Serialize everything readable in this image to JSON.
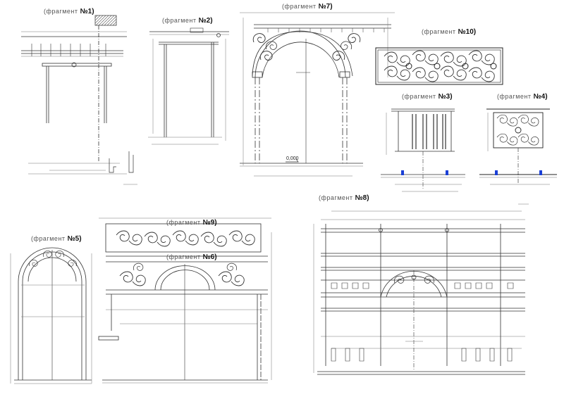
{
  "drawing": {
    "fragments": [
      {
        "id": "f1",
        "word": "(фрагмент",
        "num": "№1)"
      },
      {
        "id": "f2",
        "word": "(фрагмент",
        "num": "№2)"
      },
      {
        "id": "f7",
        "word": "(фрагмент",
        "num": "№7)"
      },
      {
        "id": "f10",
        "word": "(фрагмент",
        "num": "№10)"
      },
      {
        "id": "f3",
        "word": "(фрагмент",
        "num": "№3)"
      },
      {
        "id": "f4",
        "word": "(фрагмент",
        "num": "№4)"
      },
      {
        "id": "f8",
        "word": "(фрагмент",
        "num": "№8)"
      },
      {
        "id": "f9",
        "word": "(фрагмент",
        "num": "№9)"
      },
      {
        "id": "f5",
        "word": "(фрагмент",
        "num": "№5)"
      },
      {
        "id": "f6",
        "word": "(фрагмент",
        "num": "№6)"
      }
    ],
    "level_mark": "0,000",
    "accent_color": "#1a3fd6",
    "line_color": "#333333",
    "dim_color": "#777777"
  }
}
